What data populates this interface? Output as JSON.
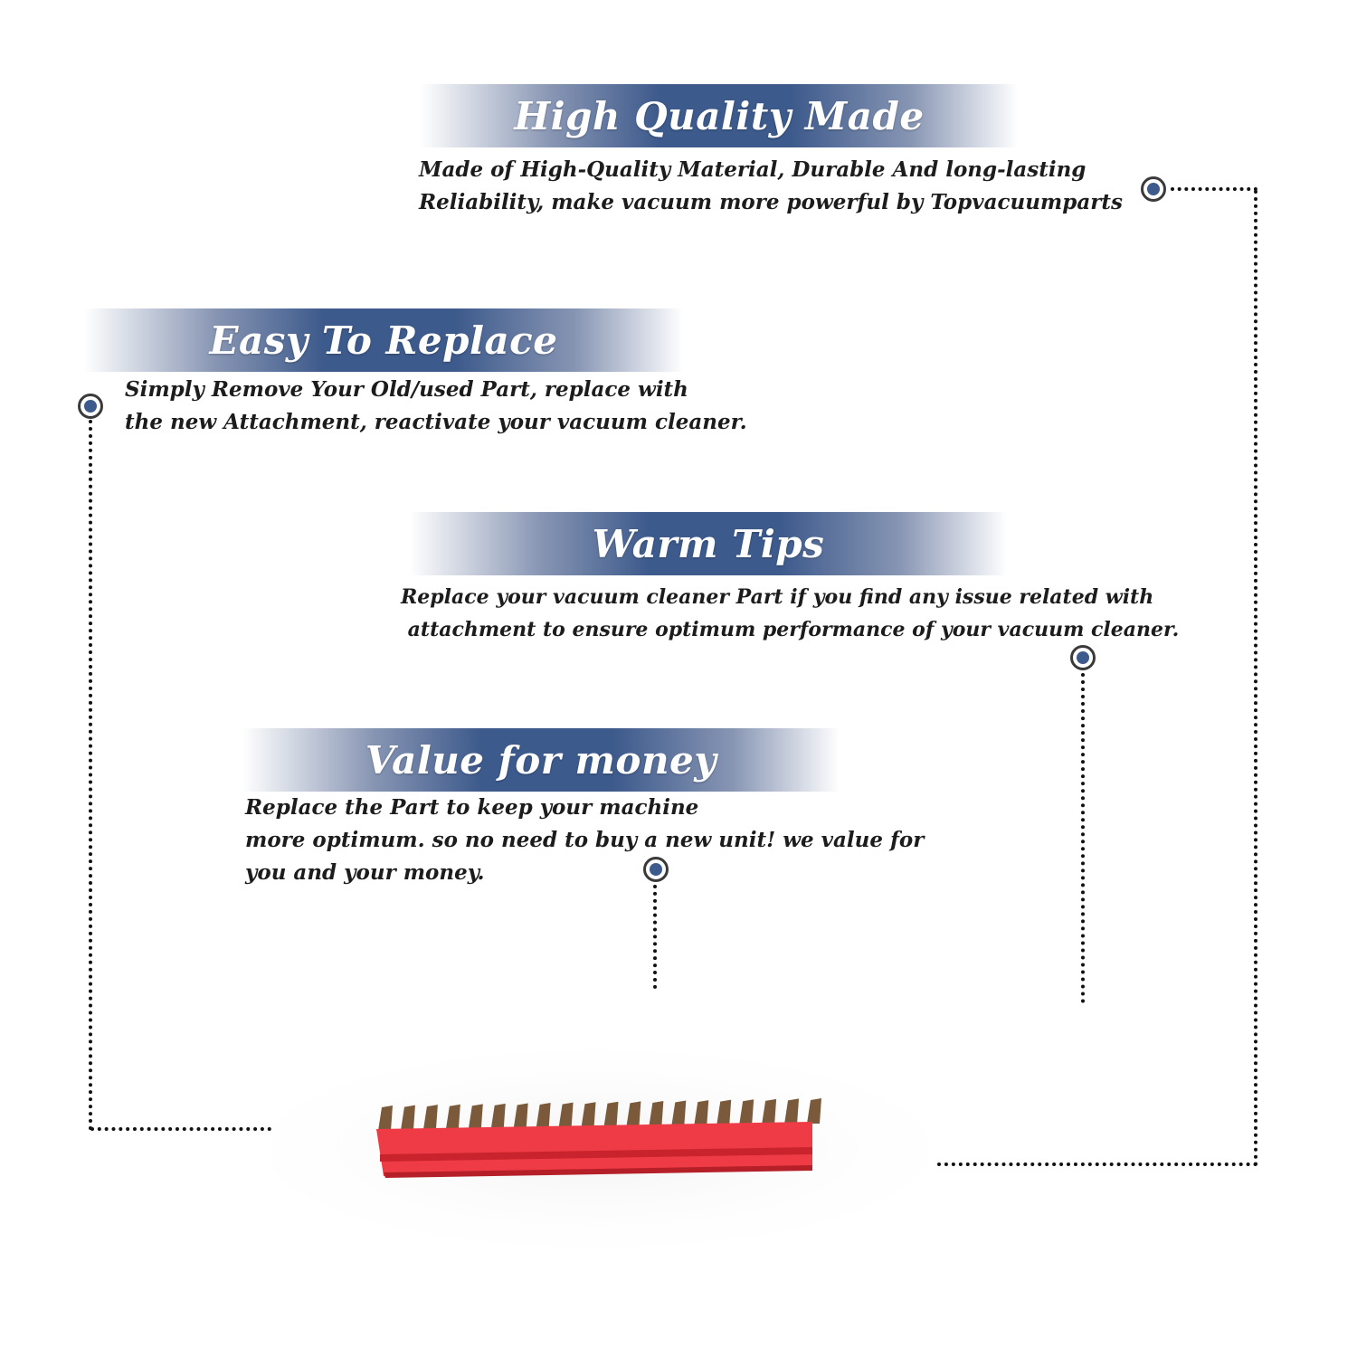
{
  "sections": [
    {
      "title": "High Quality Made",
      "lines": [
        "Made of  High-Quality Material, Durable And long-lasting",
        "Reliability, make vacuum more powerful by Topvacuumparts"
      ]
    },
    {
      "title": "Easy To Replace",
      "lines": [
        "Simply Remove Your Old/used Part, replace with",
        "the new Attachment, reactivate your vacuum cleaner."
      ]
    },
    {
      "title": "Warm Tips",
      "lines": [
        "Replace your vacuum cleaner Part if you find any issue related with",
        " attachment to ensure optimum performance of your vacuum cleaner."
      ]
    },
    {
      "title": "Value for money",
      "lines": [
        "Replace the Part to keep your machine",
        "more optimum. so no need to buy a new unit! we value for",
        "you and your money."
      ]
    }
  ],
  "colors": {
    "banner": "#3d5a8c",
    "bullet": "#3d5a8c",
    "brush_base": "#ef3b45",
    "bristles": "#7a5a3a"
  },
  "product": {
    "icon": "brush-strip-image"
  }
}
